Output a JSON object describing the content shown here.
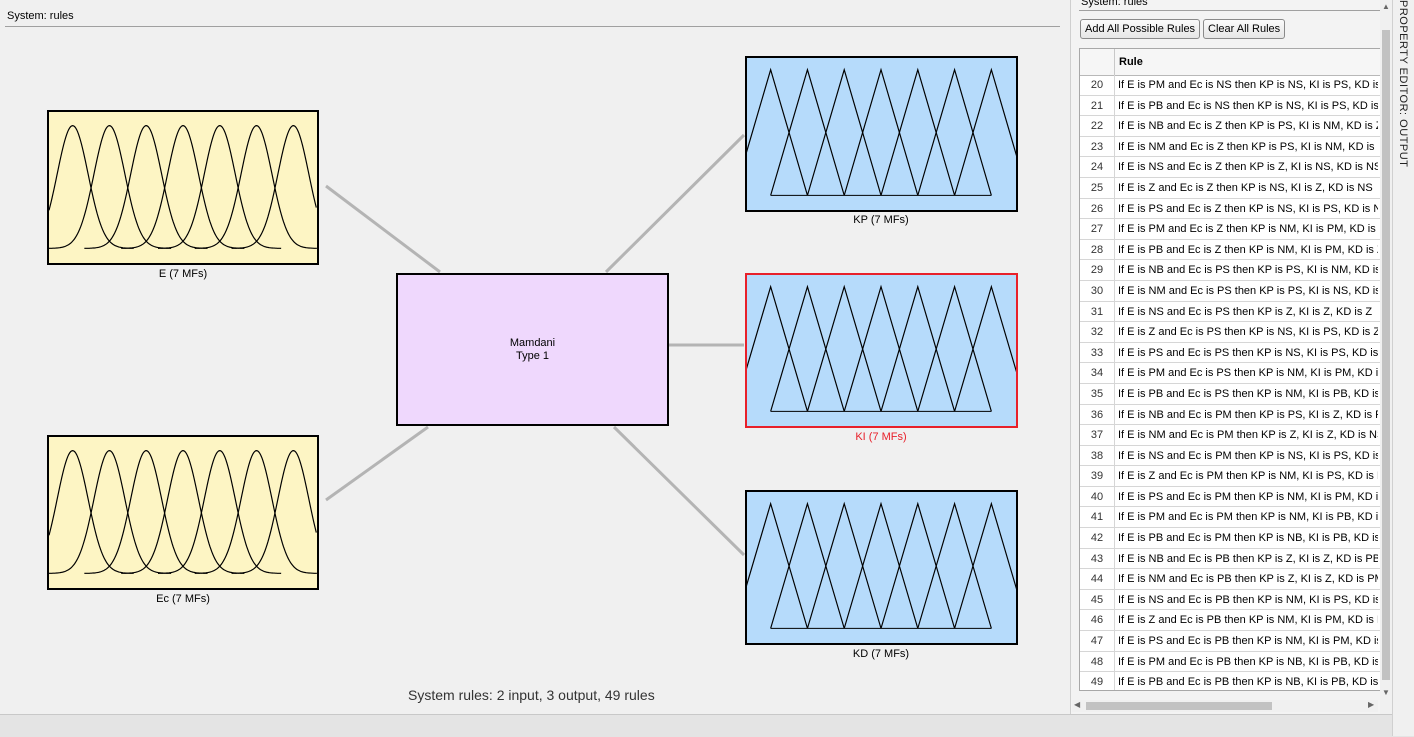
{
  "main": {
    "title": "System: rules",
    "summary": "System rules: 2 input, 3 output, 49 rules"
  },
  "fis": {
    "line1": "Mamdani",
    "line2": "Type 1"
  },
  "inputs": [
    {
      "caption": "E (7 MFs)"
    },
    {
      "caption": "Ec (7 MFs)"
    }
  ],
  "outputs": [
    {
      "caption": "KP (7 MFs)"
    },
    {
      "caption": "KI (7 MFs)"
    },
    {
      "caption": "KD (7 MFs)"
    }
  ],
  "colors": {
    "input_fill": "#fdf5c4",
    "output_fill": "#b6dbfb",
    "fis_fill": "#efd8fd",
    "selected_border": "#e8202a"
  },
  "panel": {
    "title": "System: rules",
    "add_rules_label": "Add All Possible Rules",
    "clear_rules_label": "Clear All Rules",
    "column_header": "Rule",
    "side_tab_label": "PROPERTY EDITOR: OUTPUT",
    "rows": [
      {
        "num": "20",
        "text": "If E is PM and Ec is NS then KP is NS, KI is PS, KD is ..."
      },
      {
        "num": "21",
        "text": "If E is PB and Ec is NS then KP is NS, KI is PS, KD is Z"
      },
      {
        "num": "22",
        "text": "If E is NB and Ec is Z then KP is PS, KI is NM, KD is Z"
      },
      {
        "num": "23",
        "text": "If E is NM and Ec is Z then KP is PS, KI is NM, KD is NS"
      },
      {
        "num": "24",
        "text": "If E is NS and Ec is Z then KP is Z, KI is NS, KD is NS"
      },
      {
        "num": "25",
        "text": "If E is Z and Ec is Z then KP is NS, KI is Z, KD is NS"
      },
      {
        "num": "26",
        "text": "If E is PS and Ec is Z then KP is NS, KI is PS, KD is NS"
      },
      {
        "num": "27",
        "text": "If E is PM and Ec is Z then KP is NM, KI is PM, KD is NS"
      },
      {
        "num": "28",
        "text": "If E is PB and Ec is Z then KP is NM, KI is PM, KD is Z"
      },
      {
        "num": "29",
        "text": "If E is NB and Ec is PS then KP is PS, KI is NM, KD is Z"
      },
      {
        "num": "30",
        "text": "If E is NM and Ec is PS then KP is PS, KI is NS, KD is Z"
      },
      {
        "num": "31",
        "text": "If E is NS and Ec is PS then KP is Z, KI is Z, KD is Z"
      },
      {
        "num": "32",
        "text": "If E is Z and Ec is PS then KP is NS, KI is PS, KD is Z"
      },
      {
        "num": "33",
        "text": "If E is PS and Ec is PS then KP is NS, KI is PS, KD is Z"
      },
      {
        "num": "34",
        "text": "If E is PM and Ec is PS then KP is NM, KI is PM, KD is Z"
      },
      {
        "num": "35",
        "text": "If E is PB and Ec is PS then KP is NM, KI is PB, KD is Z"
      },
      {
        "num": "36",
        "text": "If E is NB and Ec is PM then KP is PS, KI is Z, KD is PM"
      },
      {
        "num": "37",
        "text": "If E is NM and Ec is PM then KP is Z, KI is Z, KD is NS"
      },
      {
        "num": "38",
        "text": "If E is NS and Ec is PM then KP is NS, KI is PS, KD is ..."
      },
      {
        "num": "39",
        "text": "If E is Z and Ec is PM then KP is NM, KI is PS, KD is PS"
      },
      {
        "num": "40",
        "text": "If E is PS and Ec is PM then KP is NM, KI is PM, KD is..."
      },
      {
        "num": "41",
        "text": "If E is PM and Ec is PM then KP is NM, KI is PB, KD is..."
      },
      {
        "num": "42",
        "text": "If E is PB and Ec is PM then KP is NB, KI is PB, KD is ..."
      },
      {
        "num": "43",
        "text": "If E is NB and Ec is PB then KP is Z, KI is Z, KD is PB"
      },
      {
        "num": "44",
        "text": "If E is NM and Ec is PB then KP is Z, KI is Z, KD is PM"
      },
      {
        "num": "45",
        "text": "If E is NS and Ec is PB then KP is NM, KI is PS, KD is ..."
      },
      {
        "num": "46",
        "text": "If E is Z and Ec is PB then KP is NM, KI is PM, KD is PM"
      },
      {
        "num": "47",
        "text": "If E is PS and Ec is PB then KP is NM, KI is PM, KD is ..."
      },
      {
        "num": "48",
        "text": "If E is PM and Ec is PB then KP is NB, KI is PB, KD is ..."
      },
      {
        "num": "49",
        "text": "If E is PB and Ec is PB then KP is NB, KI is PB, KD is P"
      }
    ]
  }
}
